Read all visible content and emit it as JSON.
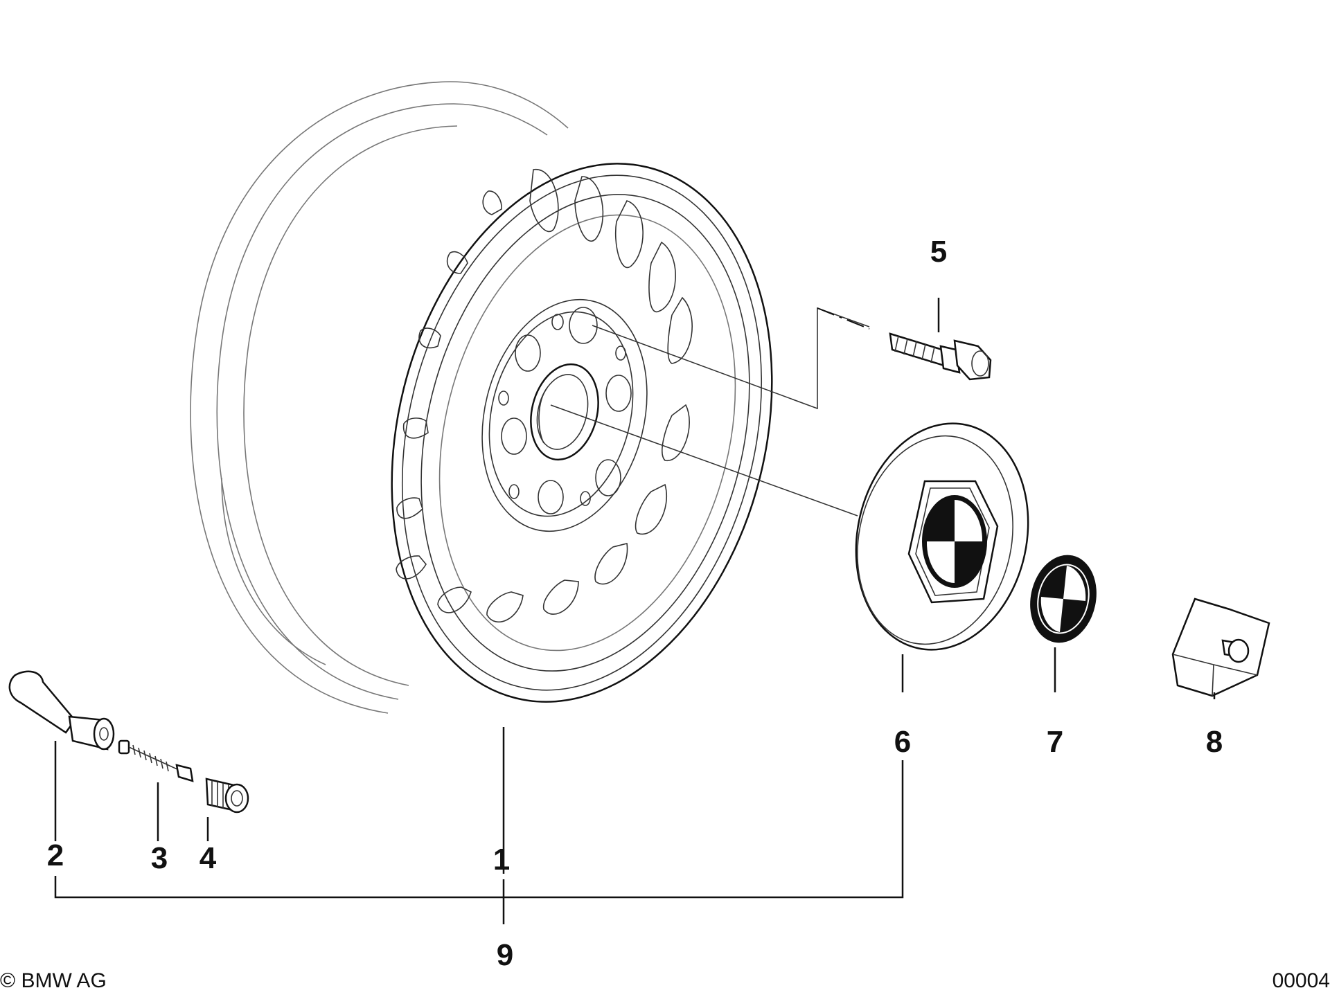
{
  "callouts": [
    {
      "id": "1",
      "label": "1"
    },
    {
      "id": "2",
      "label": "2"
    },
    {
      "id": "3",
      "label": "3"
    },
    {
      "id": "4",
      "label": "4"
    },
    {
      "id": "5",
      "label": "5"
    },
    {
      "id": "6",
      "label": "6"
    },
    {
      "id": "7",
      "label": "7"
    },
    {
      "id": "8",
      "label": "8"
    },
    {
      "id": "9",
      "label": "9"
    }
  ],
  "footer": {
    "copyright": "© BMW AG",
    "code": "00004"
  }
}
